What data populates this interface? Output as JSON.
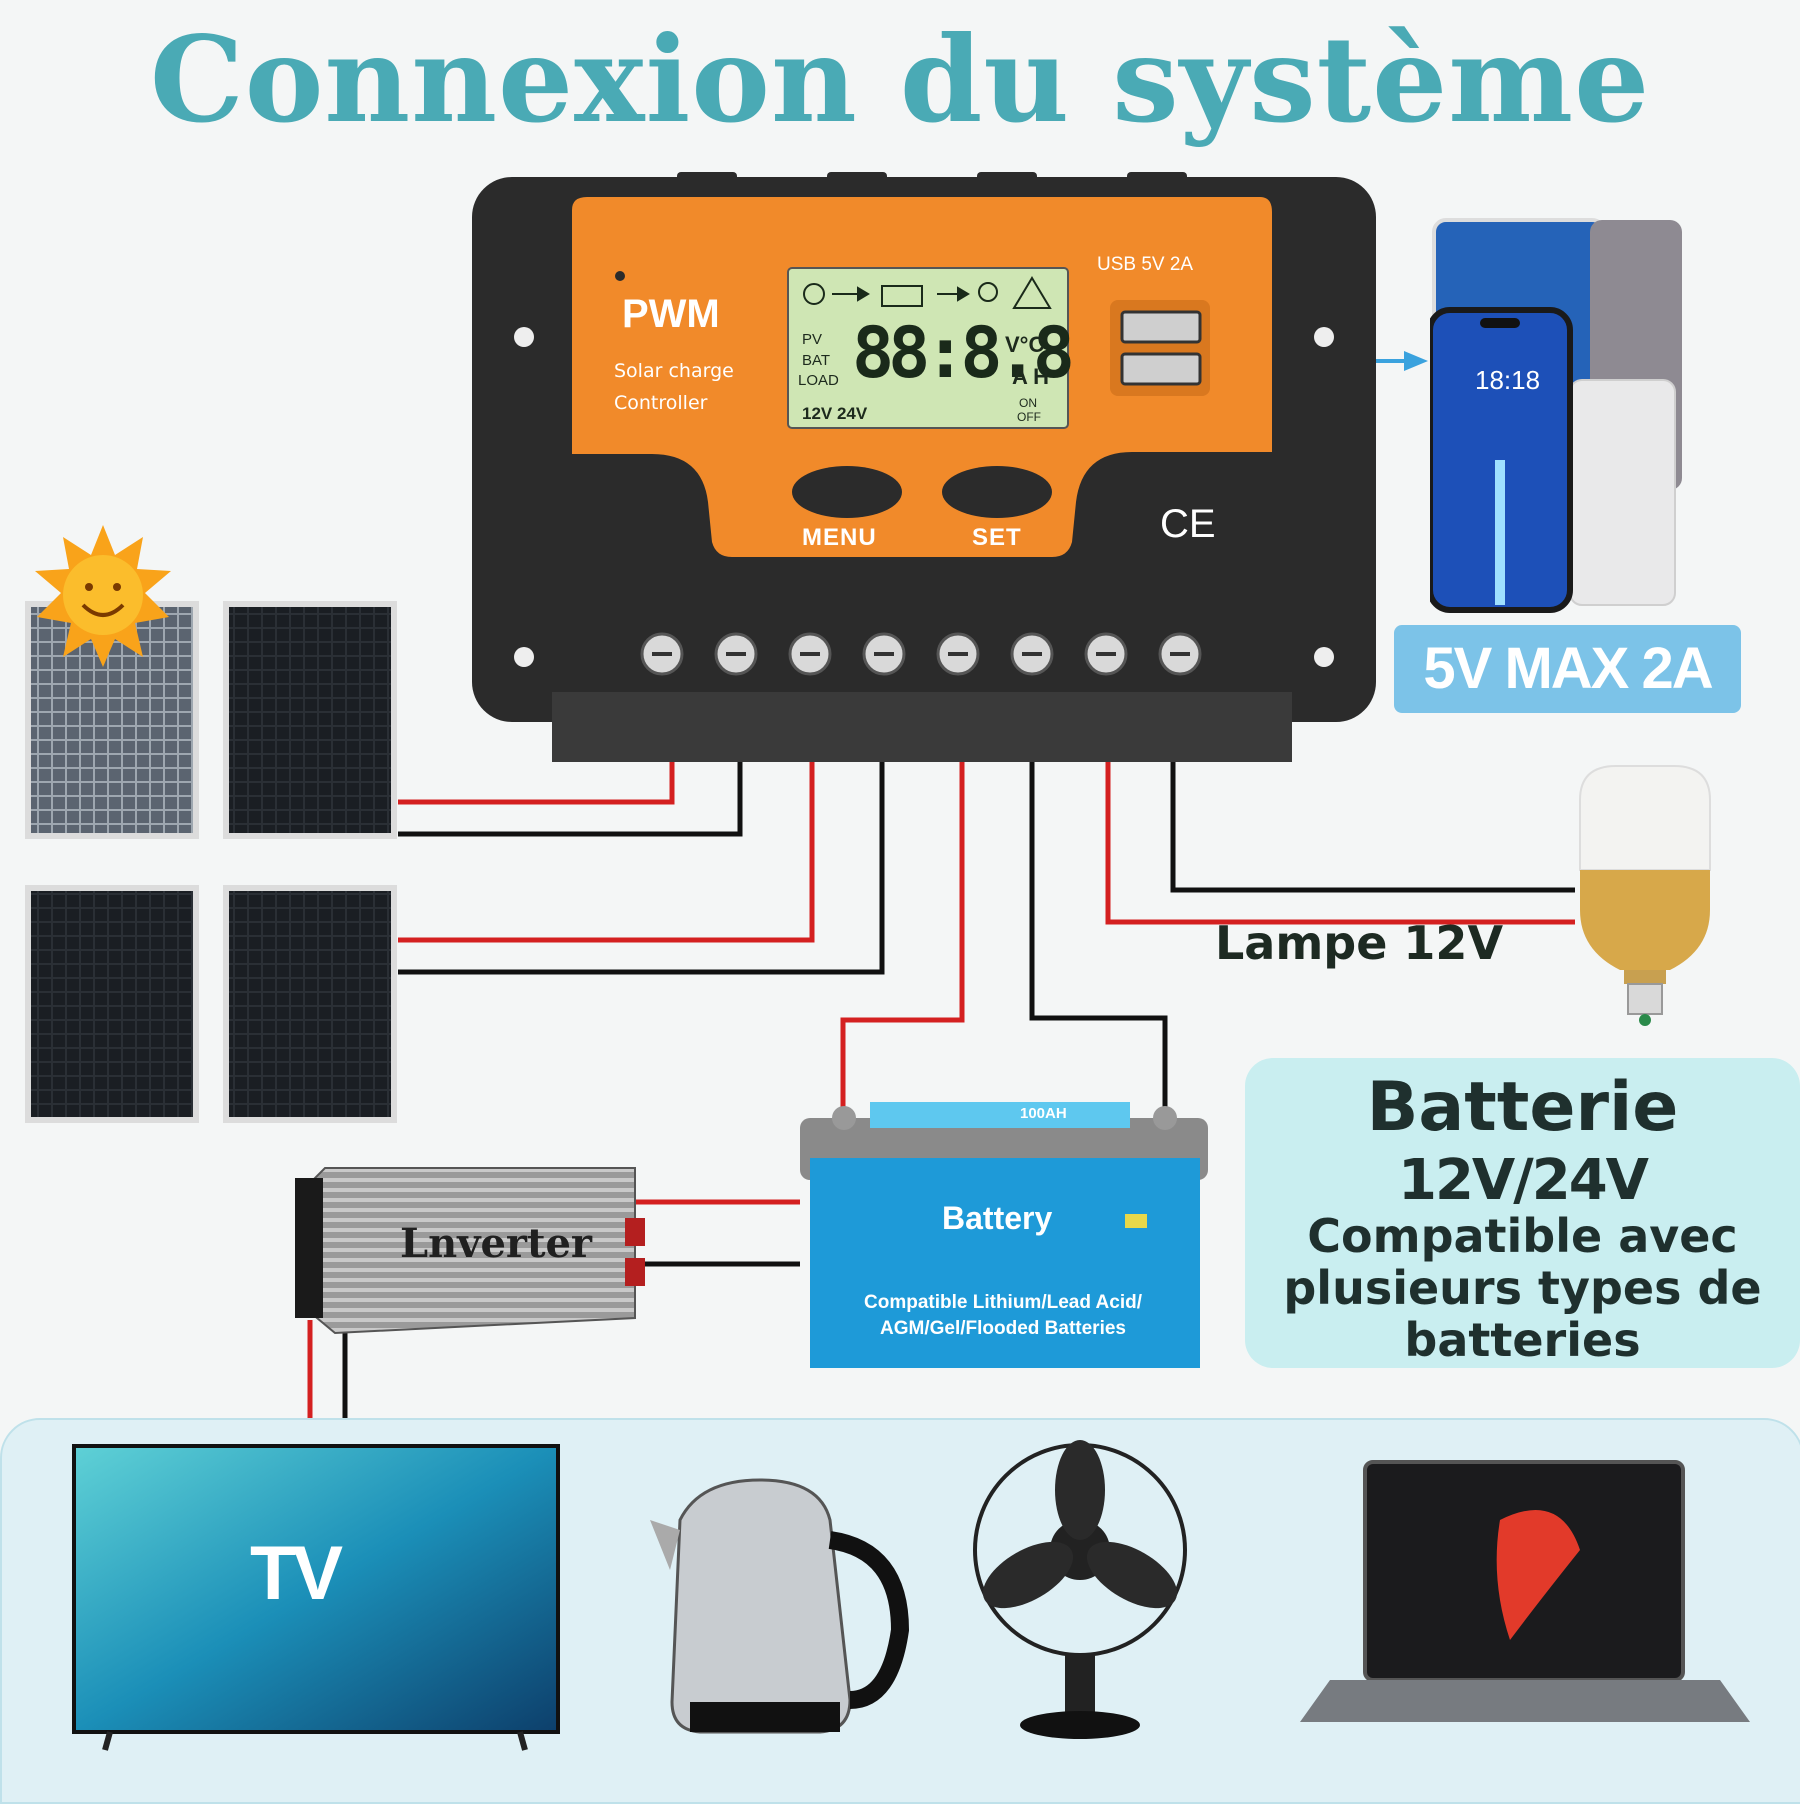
{
  "title": "Connexion du système",
  "controller": {
    "type_label": "PWM",
    "subtitle_line1": "Solar charge",
    "subtitle_line2": "Controller",
    "usb_label": "USB  5V  2A",
    "menu_button": "MENU",
    "set_button": "SET",
    "certification": "CE",
    "lcd": {
      "digits": "88:8.8",
      "pv": "PV",
      "bat": "BAT",
      "load": "LOAD",
      "voltage": "12V 24V",
      "unit_top": "V°C",
      "unit_bottom": "A H",
      "on": "ON",
      "off": "OFF"
    }
  },
  "usb_output": "5V MAX 2A",
  "phone_time": "18:18",
  "lamp": "Lampe 12V",
  "battery_panel": {
    "title": "Batterie",
    "voltage": "12V/24V",
    "compat_line1": "Compatible avec",
    "compat_line2": "plusieurs types de",
    "compat_line3": "batteries"
  },
  "battery_device": {
    "name": "Battery",
    "capacity": "100AH",
    "compat_line1": "Compatible Lithium/Lead Acid/",
    "compat_line2": "AGM/Gel/Flooded Batteries"
  },
  "inverter": "Lnverter",
  "tv": "TV",
  "colors": {
    "title": "#4aaab5",
    "controller_orange": "#f18a2a",
    "controller_body": "#2b2b2b",
    "wire_red": "#d42020",
    "wire_black": "#111111",
    "usb_badge": "#7cc3e8",
    "battery_panel": "#c9eef0",
    "battery_blue": "#1e9ad8"
  }
}
